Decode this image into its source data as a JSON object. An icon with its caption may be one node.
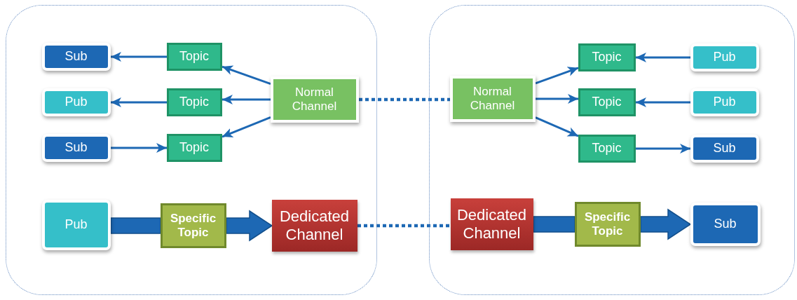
{
  "diagram": {
    "nodes": [
      {
        "text": [],
        "shape": "box"
      },
      {
        "text": [
          "Sub"
        ],
        "in": 0
      },
      {
        "text": [
          "Topic"
        ],
        "in": 0
      },
      {
        "text": [
          "Normal Channel"
        ],
        "in": 0
      },
      {
        "text": [
          "Pub"
        ],
        "in": 0
      },
      {
        "text": [
          "Topic"
        ],
        "in": 0
      },
      {
        "text": [
          "Sub"
        ],
        "in": 0
      },
      {
        "text": [
          "Topic"
        ],
        "in": 0
      },
      {
        "text": [
          "Pub"
        ],
        "in": 0
      },
      {
        "text": [
          "Specific Topic"
        ],
        "in": 0
      },
      {
        "text": [
          "Dedicated Channel"
        ],
        "in": 0
      },
      {
        "text": [],
        "shape": "box"
      },
      {
        "text": [
          "Topic"
        ],
        "in": 11
      },
      {
        "text": [
          "Pub"
        ],
        "in": 11
      },
      {
        "text": [
          "Normal Channel"
        ],
        "in": 11
      },
      {
        "text": [
          "Topic"
        ],
        "in": 11
      },
      {
        "text": [
          "Pub"
        ],
        "in": 11
      },
      {
        "text": [
          "Topic"
        ],
        "in": 11
      },
      {
        "text": [
          "Sub"
        ],
        "in": 11
      },
      {
        "text": [
          "Dedicated Channel"
        ],
        "in": 11
      },
      {
        "text": [
          "Specific Topic"
        ],
        "in": 11
      },
      {
        "text": [
          "Sub"
        ],
        "in": 11
      }
    ],
    "edges": [
      {
        "from": 2,
        "to": 1,
        "arrow": "to"
      },
      {
        "from": 3,
        "to": 2,
        "arrow": "to"
      },
      {
        "from": 5,
        "to": 4,
        "arrow": "to"
      },
      {
        "from": 3,
        "to": 5,
        "arrow": "to"
      },
      {
        "from": 6,
        "to": 7,
        "arrow": "to"
      },
      {
        "from": 3,
        "to": 7,
        "arrow": "to"
      },
      {
        "from": 8,
        "to": 9,
        "arrow": "none",
        "style": "thick"
      },
      {
        "from": 9,
        "to": 10,
        "arrow": "to",
        "style": "thick"
      },
      {
        "from": 3,
        "to": 14,
        "arrow": "none",
        "style": "dashed"
      },
      {
        "from": 10,
        "to": 19,
        "arrow": "none",
        "style": "dashed"
      },
      {
        "from": 14,
        "to": 12,
        "arrow": "to"
      },
      {
        "from": 13,
        "to": 12,
        "arrow": "to"
      },
      {
        "from": 14,
        "to": 15,
        "arrow": "to"
      },
      {
        "from": 16,
        "to": 15,
        "arrow": "to"
      },
      {
        "from": 14,
        "to": 17,
        "arrow": "to"
      },
      {
        "from": 17,
        "to": 18,
        "arrow": "to"
      },
      {
        "from": 19,
        "to": 20,
        "arrow": "none",
        "style": "thick"
      },
      {
        "from": 20,
        "to": 21,
        "arrow": "to",
        "style": "thick"
      }
    ]
  }
}
